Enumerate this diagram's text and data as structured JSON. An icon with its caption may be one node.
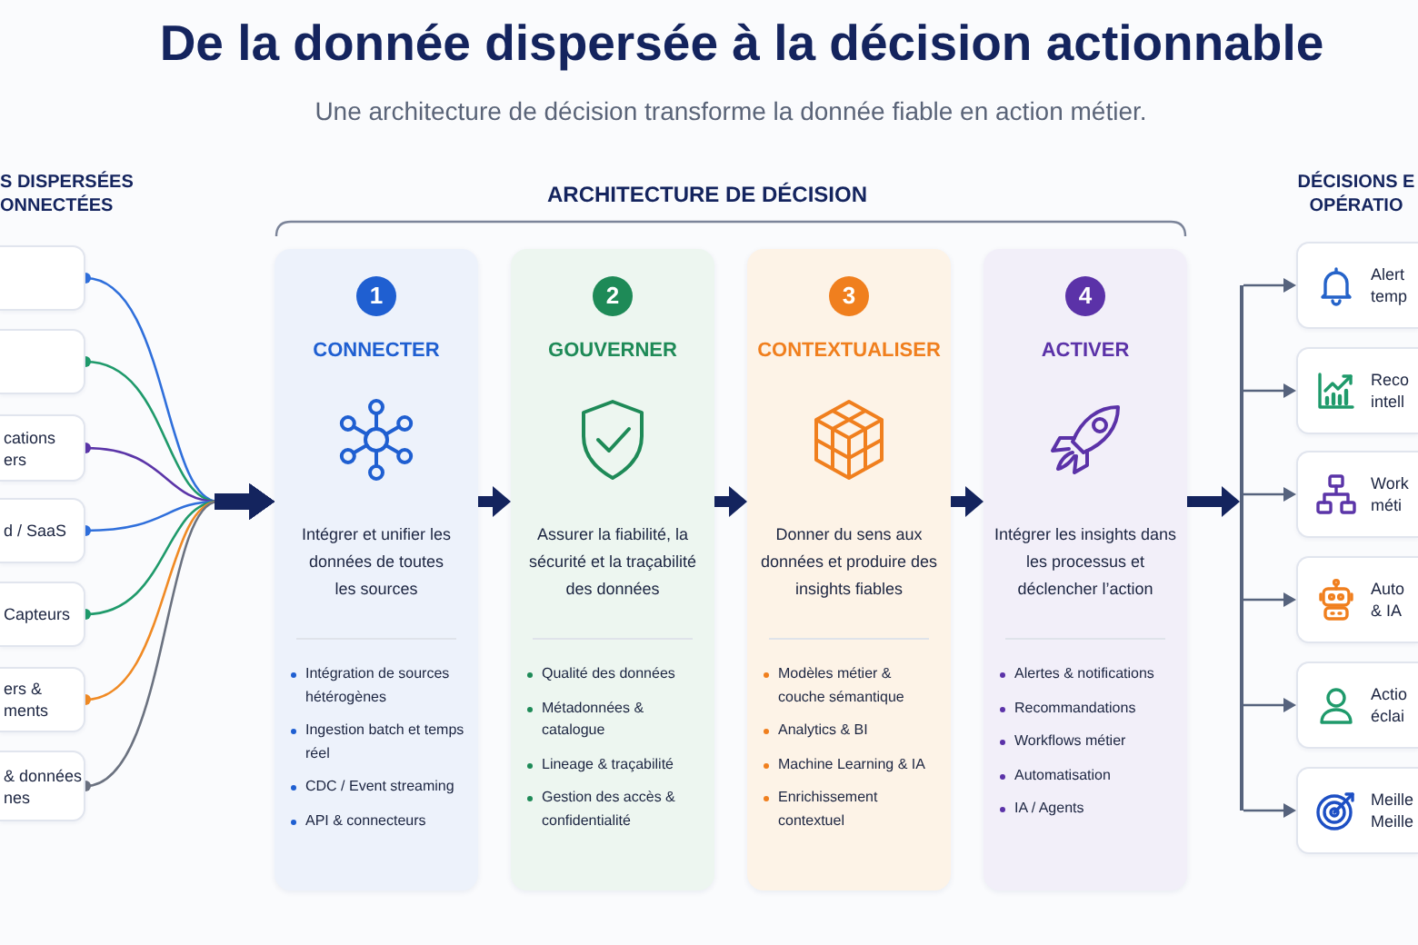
{
  "diagram": {
    "title": "De la donnée dispersée à la décision actionnable",
    "nodes": [
      {
        "text": [],
        "shape": "box"
      },
      {
        "text": [],
        "shape": "box"
      },
      {
        "text": [
          "cations ers"
        ]
      },
      {
        "text": [
          "d / SaaS"
        ]
      },
      {
        "text": [
          "Capteurs"
        ]
      },
      {
        "text": [
          "ers & ments"
        ]
      },
      {
        "text": [
          "& données nes"
        ]
      },
      {
        "text": [
          "CONNECTER",
          "Intégrer et unifier les données de toutes les sources",
          "Intégration de sources hétérogènes",
          "Ingestion batch et temps réel",
          "CDC / Event streaming",
          "API & connecteurs"
        ]
      },
      {
        "text": [
          "1"
        ],
        "in": 7
      },
      {
        "text": [
          "GOUVERNER",
          "Assurer la fiabilité, la sécurité et la traçabilité des données",
          "Qualité des données",
          "Métadonnées & catalogue",
          "Lineage & traçabilité",
          "Gestion des accès & confidentialité"
        ]
      },
      {
        "text": [
          "2"
        ],
        "in": 9
      },
      {
        "text": [
          "CONTEXTUALISER",
          "Donner du sens aux données et produire des insights fiables",
          "Modèles métier & couche sémantique",
          "Analytics & BI",
          "Machine Learning & IA",
          "Enrichissement contextuel"
        ]
      },
      {
        "text": [
          "3"
        ],
        "in": 11
      },
      {
        "text": [
          "ACTIVER",
          "Intégrer les insights dans les processus et déclencher l’action",
          "Alertes & notifications",
          "Recommandations",
          "Workflows métier",
          "Automatisation",
          "IA / Agents"
        ]
      },
      {
        "text": [
          "4"
        ],
        "in": 13
      },
      {
        "text": [],
        "shape": "bar"
      },
      {
        "text": [
          "Alert temp"
        ]
      },
      {
        "text": [
          "Reco intell"
        ]
      },
      {
        "text": [
          "Work méti"
        ]
      },
      {
        "text": [
          "Auto & IA"
        ]
      },
      {
        "text": [
          "Actio éclai"
        ]
      },
      {
        "text": [
          "Meille Meille"
        ]
      }
    ],
    "edges": [
      {
        "from": 0,
        "to": 7,
        "arrow": "to",
        "color": "#2f6fdb"
      },
      {
        "from": 1,
        "to": 7,
        "arrow": "to",
        "color": "#1f9a6b"
      },
      {
        "from": 2,
        "to": 7,
        "arrow": "to",
        "color": "#5b35a8"
      },
      {
        "from": 3,
        "to": 7,
        "arrow": "to",
        "color": "#2f6fdb"
      },
      {
        "from": 4,
        "to": 7,
        "arrow": "to",
        "color": "#1f9a6b"
      },
      {
        "from": 5,
        "to": 7,
        "arrow": "to",
        "color": "#f08a24"
      },
      {
        "from": 6,
        "to": 7,
        "arrow": "to",
        "color": "#6b7280"
      },
      {
        "from": 7,
        "to": 9,
        "arrow": "to",
        "style": "thick"
      },
      {
        "from": 9,
        "to": 11,
        "arrow": "to",
        "style": "thick"
      },
      {
        "from": 11,
        "to": 13,
        "arrow": "to",
        "style": "thick"
      },
      {
        "from": 13,
        "to": 15,
        "arrow": "to",
        "style": "thick"
      },
      {
        "from": 15,
        "to": 16,
        "arrow": "to"
      },
      {
        "from": 15,
        "to": 17,
        "arrow": "to"
      },
      {
        "from": 15,
        "to": 18,
        "arrow": "to"
      },
      {
        "from": 15,
        "to": 19,
        "arrow": "to"
      },
      {
        "from": 15,
        "to": 20,
        "arrow": "to"
      },
      {
        "from": 15,
        "to": 21,
        "arrow": "to"
      }
    ],
    "labels": [
      "Une architecture de décision transforme la donnée fiable en action métier.",
      "S DISPERSÉES ONNECTÉES",
      "ARCHITECTURE DE DÉCISION",
      "DÉCISIONS E OPÉRATIO"
    ]
  }
}
